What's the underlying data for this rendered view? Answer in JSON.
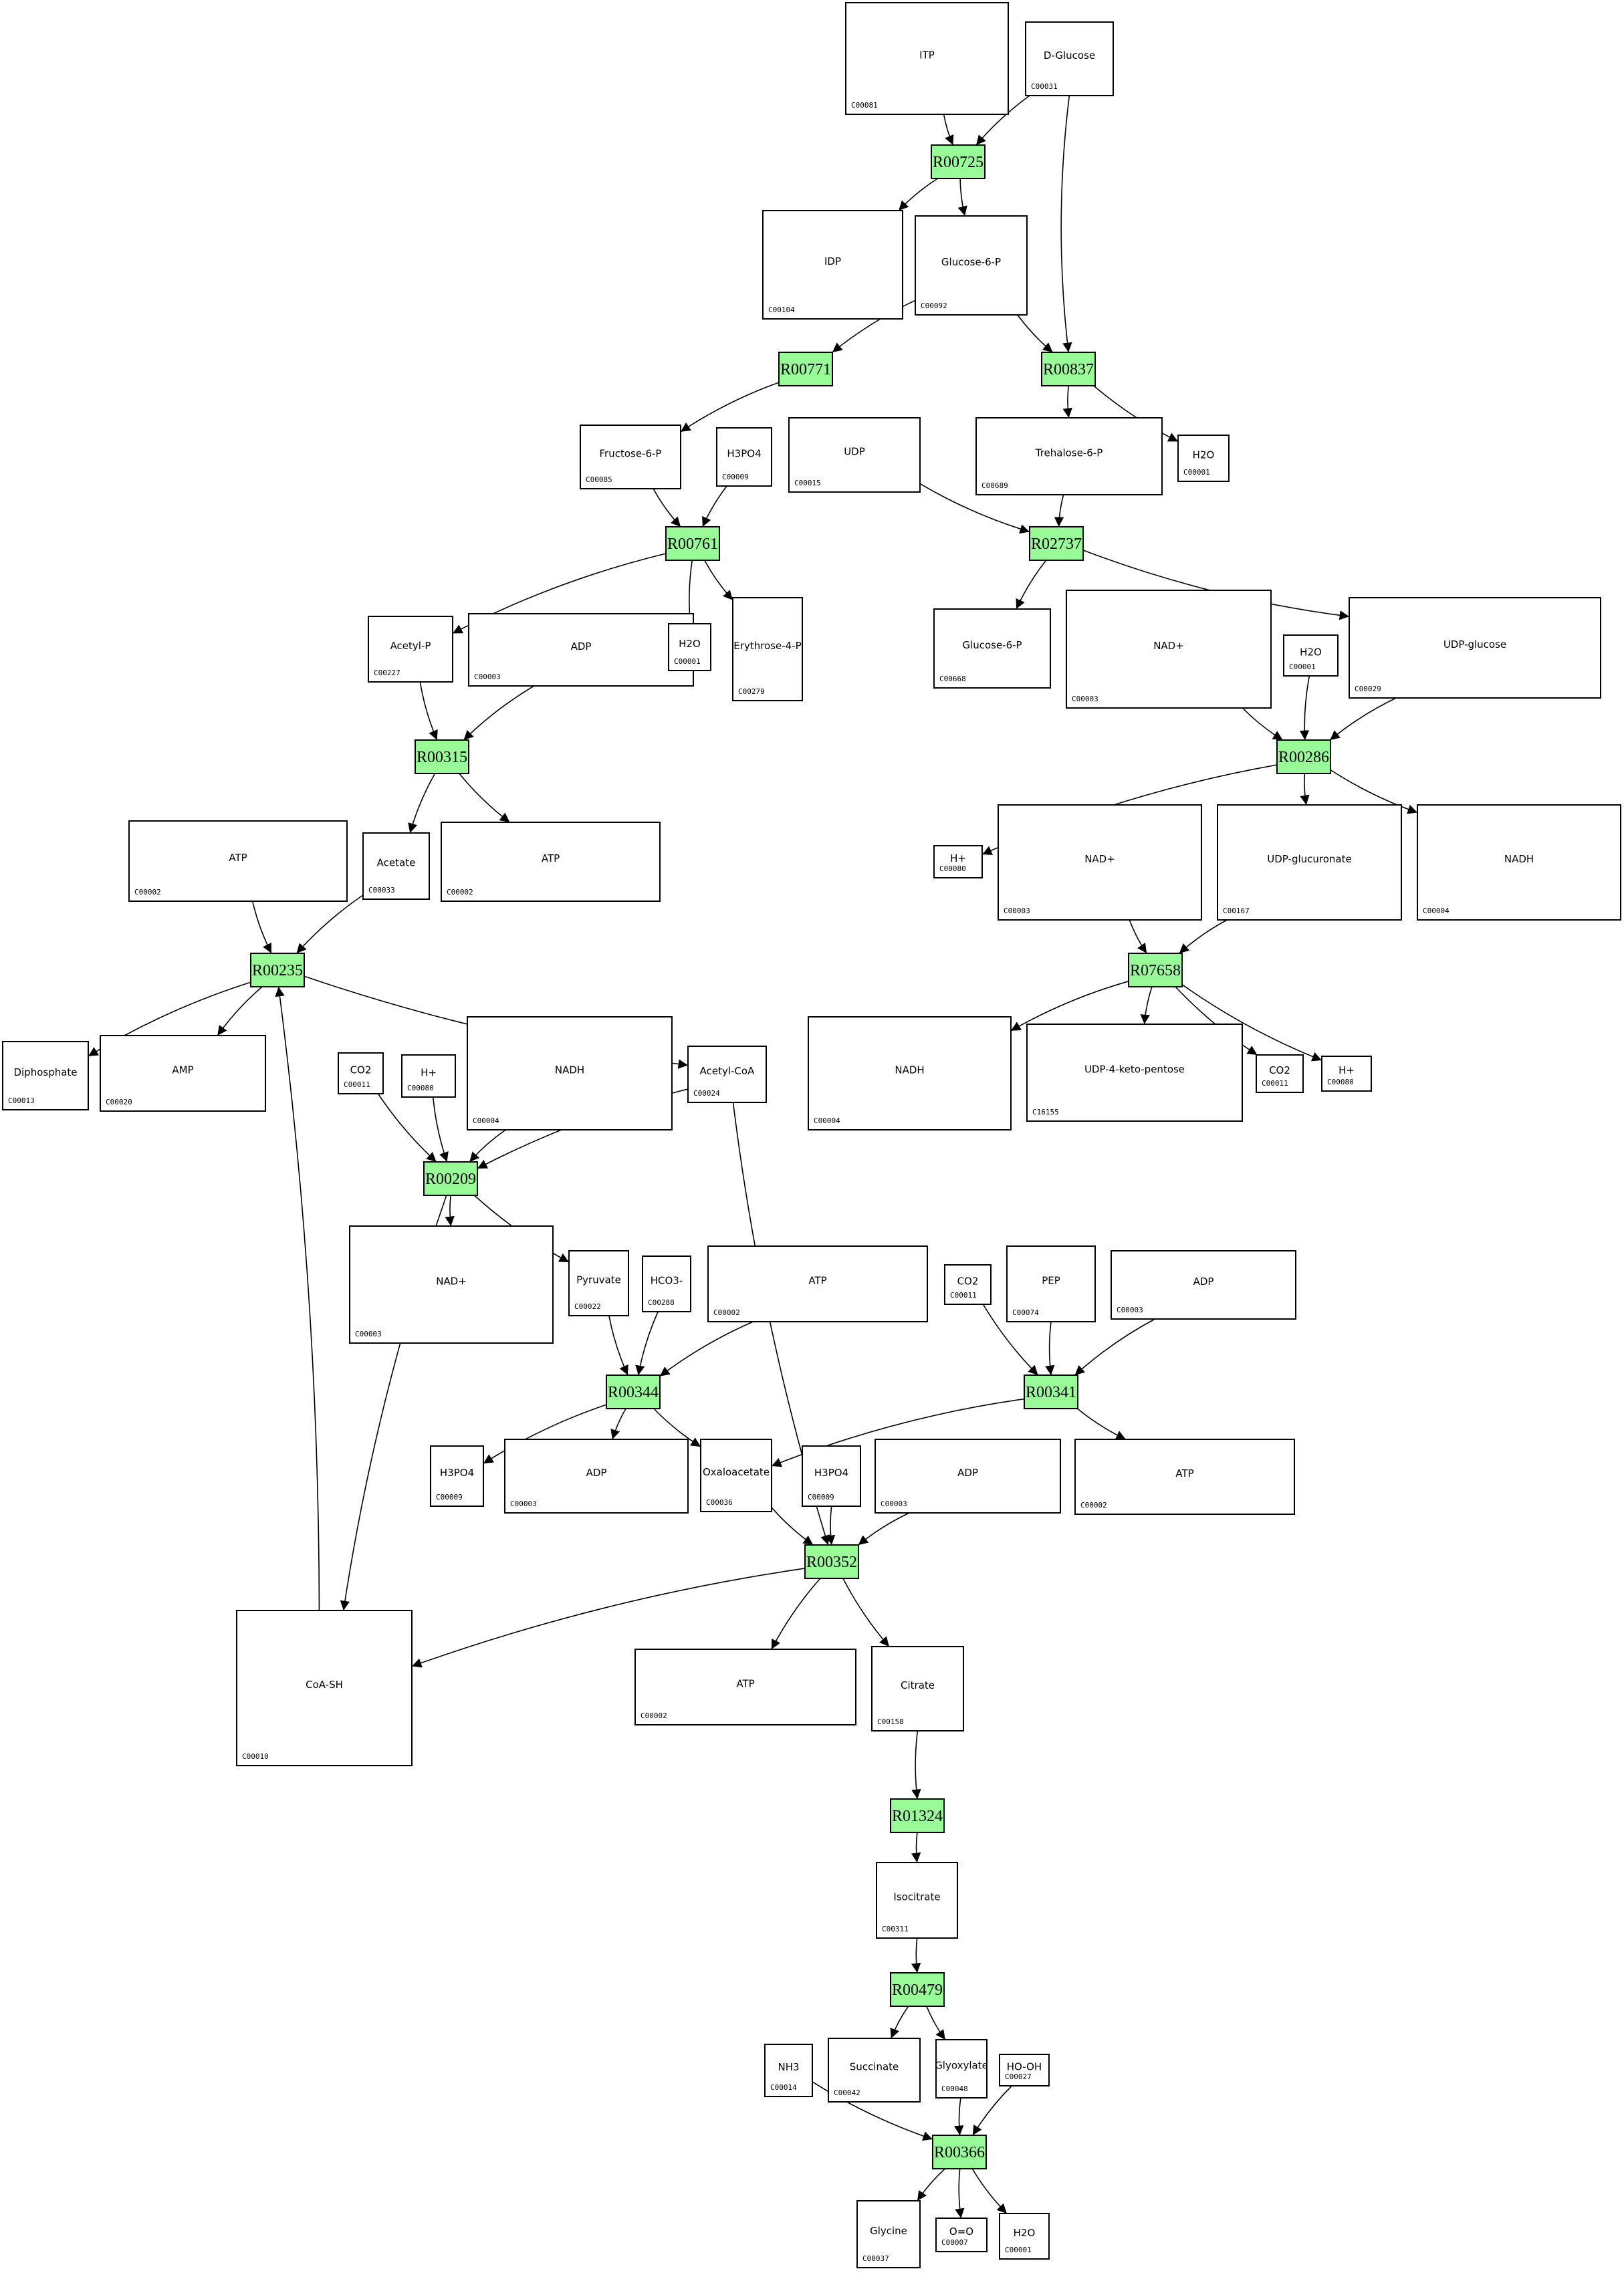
{
  "diagram": {
    "type": "metabolic-pathway",
    "colors": {
      "reaction_fill": "#98fb98",
      "compound_fill": "#ffffff",
      "stroke": "#000000"
    },
    "reactions": [
      "R00725",
      "R00771",
      "R00837",
      "R00761",
      "R02737",
      "R00315",
      "R00286",
      "R00235",
      "R07658",
      "R00209",
      "R00344",
      "R00341",
      "R00352",
      "R01324",
      "R00479",
      "R00366"
    ],
    "compounds": [
      {
        "id": "n1",
        "label": "C00081",
        "formula": "ITP"
      },
      {
        "id": "n2",
        "label": "C00031",
        "formula": "D-Glucose"
      },
      {
        "id": "n3",
        "label": "C00104",
        "formula": "IDP"
      },
      {
        "id": "n4",
        "label": "C00092",
        "formula": "Glucose-6-P"
      },
      {
        "id": "n5",
        "label": "C00085",
        "formula": "Fructose-6-P"
      },
      {
        "id": "n6",
        "label": "C00009",
        "formula": "H3PO4"
      },
      {
        "id": "n7",
        "label": "C00015",
        "formula": "UDP"
      },
      {
        "id": "n8",
        "label": "C00689",
        "formula": "Trehalose-6-P"
      },
      {
        "id": "n9",
        "label": "C00001",
        "formula": "H2O"
      },
      {
        "id": "n10",
        "label": "C00227",
        "formula": "Acetyl-P"
      },
      {
        "id": "n11",
        "label": "C00003",
        "formula": "ADP"
      },
      {
        "id": "n12",
        "label": "C00001",
        "formula": "H2O"
      },
      {
        "id": "n13",
        "label": "C00279",
        "formula": "Erythrose-4-P"
      },
      {
        "id": "n14",
        "label": "C00668",
        "formula": "Glucose-6-P"
      },
      {
        "id": "n15",
        "label": "C00003",
        "formula": "NAD+"
      },
      {
        "id": "n16",
        "label": "C00001",
        "formula": "H2O"
      },
      {
        "id": "n17",
        "label": "C00029",
        "formula": "UDP-glucose"
      },
      {
        "id": "n18",
        "label": "C00002",
        "formula": "ATP"
      },
      {
        "id": "n19",
        "label": "C00033",
        "formula": "Acetate"
      },
      {
        "id": "n20",
        "label": "C00002",
        "formula": "ATP"
      },
      {
        "id": "n21",
        "label": "C00080",
        "formula": "H+"
      },
      {
        "id": "n22",
        "label": "C00003",
        "formula": "NAD+"
      },
      {
        "id": "n23",
        "label": "C00167",
        "formula": "UDP-glucuronate"
      },
      {
        "id": "n24",
        "label": "C00004",
        "formula": "NADH"
      },
      {
        "id": "n25",
        "label": "C00013",
        "formula": "Diphosphate"
      },
      {
        "id": "n26",
        "label": "C00020",
        "formula": "AMP"
      },
      {
        "id": "n27",
        "label": "C00011",
        "formula": "CO2"
      },
      {
        "id": "n28",
        "label": "C00080",
        "formula": "H+"
      },
      {
        "id": "n29",
        "label": "C00004",
        "formula": "NADH"
      },
      {
        "id": "n30",
        "label": "C00024",
        "formula": "Acetyl-CoA"
      },
      {
        "id": "n31",
        "label": "C00004",
        "formula": "NADH"
      },
      {
        "id": "n32",
        "label": "C16155",
        "formula": "UDP-4-keto-pentose"
      },
      {
        "id": "n33",
        "label": "C00011",
        "formula": "CO2"
      },
      {
        "id": "n34",
        "label": "C00080",
        "formula": "H+"
      },
      {
        "id": "n35",
        "label": "C00003",
        "formula": "NAD+"
      },
      {
        "id": "n36",
        "label": "C00022",
        "formula": "Pyruvate"
      },
      {
        "id": "n37",
        "label": "C00288",
        "formula": "HCO3-"
      },
      {
        "id": "n38",
        "label": "C00002",
        "formula": "ATP"
      },
      {
        "id": "n39",
        "label": "C00011",
        "formula": "CO2"
      },
      {
        "id": "n40",
        "label": "C00074",
        "formula": "PEP"
      },
      {
        "id": "n41",
        "label": "C00003",
        "formula": "ADP"
      },
      {
        "id": "n42",
        "label": "C00009",
        "formula": "H3PO4"
      },
      {
        "id": "n43",
        "label": "C00003",
        "formula": "ADP"
      },
      {
        "id": "n44",
        "label": "C00036",
        "formula": "Oxaloacetate"
      },
      {
        "id": "n45",
        "label": "C00009",
        "formula": "H3PO4"
      },
      {
        "id": "n46",
        "label": "C00003",
        "formula": "ADP"
      },
      {
        "id": "n47",
        "label": "C00002",
        "formula": "ATP"
      },
      {
        "id": "n48",
        "label": "C00010",
        "formula": "CoA-SH"
      },
      {
        "id": "n49",
        "label": "C00002",
        "formula": "ATP"
      },
      {
        "id": "n50",
        "label": "C00158",
        "formula": "Citrate"
      },
      {
        "id": "n51",
        "label": "C00311",
        "formula": "Isocitrate"
      },
      {
        "id": "n52",
        "label": "C00014",
        "formula": "NH3"
      },
      {
        "id": "n53",
        "label": "C00042",
        "formula": "Succinate"
      },
      {
        "id": "n54",
        "label": "C00048",
        "formula": "Glyoxylate"
      },
      {
        "id": "n55",
        "label": "C00027",
        "formula": "HO-OH"
      },
      {
        "id": "n56",
        "label": "C00037",
        "formula": "Glycine"
      },
      {
        "id": "n57",
        "label": "C00007",
        "formula": "O=O"
      },
      {
        "id": "n58",
        "label": "C00001",
        "formula": "H2O"
      }
    ],
    "edges": [
      [
        "n1",
        "R00725"
      ],
      [
        "n2",
        "R00725"
      ],
      [
        "R00725",
        "n3"
      ],
      [
        "R00725",
        "n4"
      ],
      [
        "n4",
        "R00771"
      ],
      [
        "n4",
        "R00837"
      ],
      [
        "n2",
        "R00837"
      ],
      [
        "R00837",
        "n8"
      ],
      [
        "R00837",
        "n9"
      ],
      [
        "R00771",
        "n5"
      ],
      [
        "n5",
        "R00761"
      ],
      [
        "n6",
        "R00761"
      ],
      [
        "n7",
        "R02737"
      ],
      [
        "n8",
        "R02737"
      ],
      [
        "R02737",
        "n14"
      ],
      [
        "R02737",
        "n17"
      ],
      [
        "R00761",
        "n10"
      ],
      [
        "R00761",
        "n12"
      ],
      [
        "R00761",
        "n13"
      ],
      [
        "n10",
        "R00315"
      ],
      [
        "n11",
        "R00315"
      ],
      [
        "R00315",
        "n19"
      ],
      [
        "R00315",
        "n20"
      ],
      [
        "n15",
        "R00286"
      ],
      [
        "n16",
        "R00286"
      ],
      [
        "n17",
        "R00286"
      ],
      [
        "R00286",
        "n21"
      ],
      [
        "R00286",
        "n23"
      ],
      [
        "R00286",
        "n24"
      ],
      [
        "n22",
        "R07658"
      ],
      [
        "n23",
        "R07658"
      ],
      [
        "R07658",
        "n31"
      ],
      [
        "R07658",
        "n32"
      ],
      [
        "R07658",
        "n33"
      ],
      [
        "R07658",
        "n34"
      ],
      [
        "n18",
        "R00235"
      ],
      [
        "n19",
        "R00235"
      ],
      [
        "n48",
        "R00235"
      ],
      [
        "R00235",
        "n25"
      ],
      [
        "R00235",
        "n26"
      ],
      [
        "R00235",
        "n30"
      ],
      [
        "n27",
        "R00209"
      ],
      [
        "n28",
        "R00209"
      ],
      [
        "n29",
        "R00209"
      ],
      [
        "n30",
        "R00209"
      ],
      [
        "R00209",
        "n35"
      ],
      [
        "R00209",
        "n36"
      ],
      [
        "R00209",
        "n48"
      ],
      [
        "n36",
        "R00344"
      ],
      [
        "n37",
        "R00344"
      ],
      [
        "n38",
        "R00344"
      ],
      [
        "R00344",
        "n42"
      ],
      [
        "R00344",
        "n43"
      ],
      [
        "R00344",
        "n44"
      ],
      [
        "n39",
        "R00341"
      ],
      [
        "n40",
        "R00341"
      ],
      [
        "n41",
        "R00341"
      ],
      [
        "R00341",
        "n44"
      ],
      [
        "R00341",
        "n47"
      ],
      [
        "n44",
        "R00352"
      ],
      [
        "n45",
        "R00352"
      ],
      [
        "n46",
        "R00352"
      ],
      [
        "n30",
        "R00352"
      ],
      [
        "R00352",
        "n48"
      ],
      [
        "R00352",
        "n49"
      ],
      [
        "R00352",
        "n50"
      ],
      [
        "n50",
        "R01324"
      ],
      [
        "R01324",
        "n51"
      ],
      [
        "n51",
        "R00479"
      ],
      [
        "R00479",
        "n53"
      ],
      [
        "R00479",
        "n54"
      ],
      [
        "n52",
        "R00366"
      ],
      [
        "n54",
        "R00366"
      ],
      [
        "n55",
        "R00366"
      ],
      [
        "R00366",
        "n56"
      ],
      [
        "R00366",
        "n57"
      ],
      [
        "R00366",
        "n58"
      ]
    ]
  }
}
